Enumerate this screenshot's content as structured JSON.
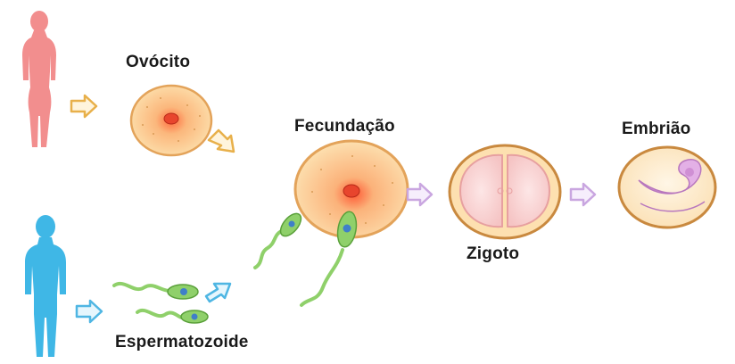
{
  "labels": {
    "oocyte": "Ovócito",
    "fertilization": "Fecundação",
    "embryo": "Embrião",
    "zygote": "Zigoto",
    "sperm": "Espermatozoide"
  },
  "colors": {
    "female": "#f28e8e",
    "male": "#3fb7e6",
    "orange_arrow": "#e8b04a",
    "blue_arrow": "#4fb6e3",
    "purple_arrow": "#c9a6e0",
    "cell_fill": "#fbd9a4",
    "cell_border": "#e3a35a",
    "nucleus": "#e8452d",
    "sperm_body": "#8fd06a",
    "sperm_head_dot": "#3f7fc9",
    "embryo_fill": "#e3b0e6"
  }
}
